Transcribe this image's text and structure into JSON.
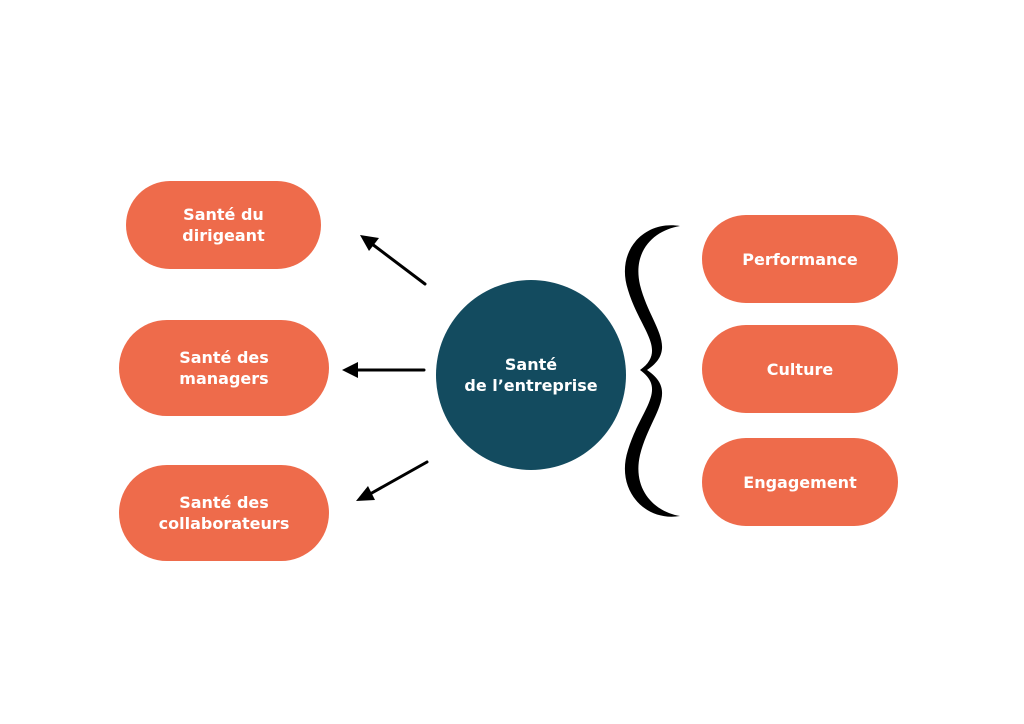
{
  "colors": {
    "pill": "#ee6b4b",
    "center": "#134b5f",
    "arrow": "#000000",
    "text": "#ffffff"
  },
  "center": {
    "line1": "Santé",
    "line2": "de l’entreprise"
  },
  "left_nodes": [
    {
      "line1": "Santé du",
      "line2": "dirigeant"
    },
    {
      "line1": "Santé des",
      "line2": "managers"
    },
    {
      "line1": "Santé des",
      "line2": "collaborateurs"
    }
  ],
  "right_nodes": [
    {
      "label": "Performance"
    },
    {
      "label": "Culture"
    },
    {
      "label": "Engagement"
    }
  ]
}
